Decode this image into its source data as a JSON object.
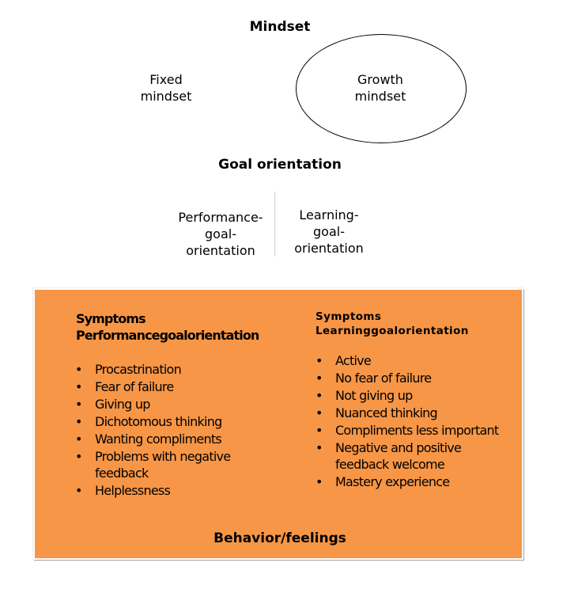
{
  "mindset": {
    "title": "Mindset",
    "fixed_line1": "Fixed",
    "fixed_line2": "mindset",
    "growth_line1": "Growth",
    "growth_line2": "mindset"
  },
  "goal": {
    "title": "Goal orientation",
    "performance_line1": "Performance-",
    "performance_line2": "goal-",
    "performance_line3": "orientation",
    "learning_line1": "Learning-",
    "learning_line2": "goal-",
    "learning_line3": "orientation"
  },
  "panel": {
    "color": "#f79646",
    "left": {
      "title_line1": "Symptoms",
      "title_line2": "Performancegoalorientation",
      "items": [
        "Procastrination",
        "Fear of failure",
        "Giving up",
        "Dichotomous thinking",
        "Wanting compliments",
        "Problems with negative feedback",
        "Helplessness"
      ]
    },
    "right": {
      "title_line1": "Symptoms",
      "title_line2": "Learninggoalorientation",
      "items": [
        "Active",
        "No fear of failure",
        "Not giving up",
        "Nuanced thinking",
        "Compliments less important",
        "Negative and positive feedback welcome",
        "Mastery experience"
      ]
    },
    "footer": "Behavior/feelings"
  }
}
